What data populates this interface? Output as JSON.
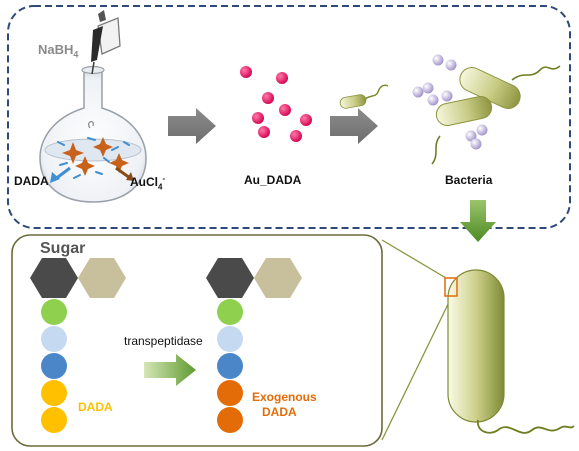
{
  "top_panel": {
    "reagent_label": "NaBH",
    "reagent_subscript": "4",
    "dada_left_label": "DADA",
    "aucl_label_main": "AuCl",
    "aucl_label_sub": "4",
    "aucl_label_sup": "-",
    "nanoparticle_label": "Au_DADA",
    "bacteria_label": "Bacteria"
  },
  "bottom_panel": {
    "sugar_label": "Sugar",
    "enzyme_label": "transpeptidase",
    "dada_label": "DADA",
    "exogenous_label_line1": "Exogenous",
    "exogenous_label_line2": "DADA"
  },
  "colors": {
    "dashed_border": "#2f4a7a",
    "hexagon_dark": "#4a4a4a",
    "hexagon_light": "#c8bf9c",
    "circle_green": "#8fd14f",
    "circle_lightblue": "#c5d9f1",
    "circle_blue": "#4a86c8",
    "circle_yellow": "#ffc000",
    "circle_orange": "#e36c09",
    "dada_text_yellow": "#ffc000",
    "exogenous_text_orange": "#e36c09",
    "nanoparticle_pink": "#e0115f",
    "bacteria_green": "#9aa54a",
    "frame_border": "#6b6b3a",
    "zoom_square": "#e36c09",
    "down_arrow_green": "#77a03a"
  }
}
